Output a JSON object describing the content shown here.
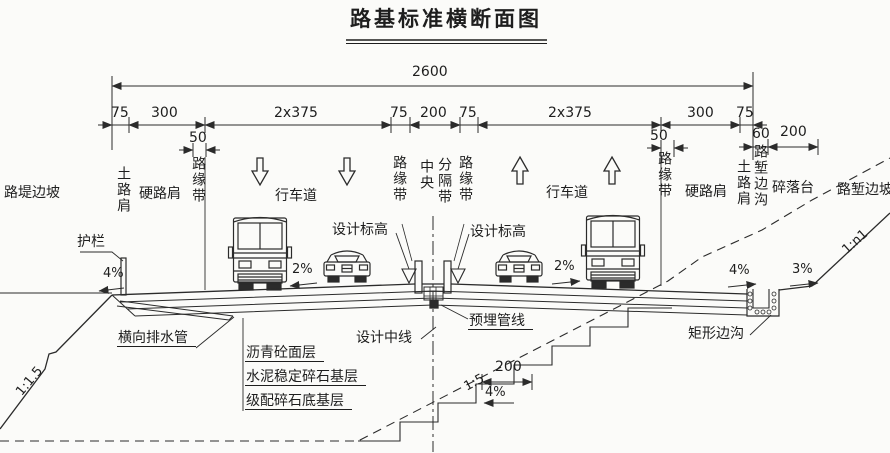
{
  "title": "路基标准横断面图",
  "colors": {
    "line": "#2b2b2b",
    "background": "#fbfbf9"
  },
  "dims": {
    "total": "2600",
    "row2": [
      "75",
      "300",
      "2x375",
      "75",
      "200",
      "75",
      "2x375",
      "300",
      "75"
    ],
    "curb_left": "50",
    "curb_right": "50",
    "ditch_width": "60",
    "platform_width": "200",
    "bench_width": "200"
  },
  "slopes": {
    "shoulder_left": "4%",
    "lane_left": "2%",
    "lane_right": "2%",
    "shoulder_right": "4%",
    "platform": "3%",
    "bench": "4%",
    "embankment_ratio": "1:1.5",
    "bench_ratio": "1:5",
    "cut_ratio": "1:n1"
  },
  "labels": {
    "embankment_slope": "路堤边坡",
    "guardrail": "护栏",
    "soil_shoulder_left": "土路肩",
    "hard_shoulder_left": "硬路肩",
    "curb_band_left": "路缘带",
    "lane_left": "行车道",
    "design_elevation_left": "设计标高",
    "curb_band_mid_left": "路缘带",
    "median_col1": "中央",
    "median_col2": "分隔带",
    "curb_band_mid_right": "路缘带",
    "design_elevation_right": "设计标高",
    "lane_right": "行车道",
    "curb_band_right": "路缘带",
    "hard_shoulder_right": "硬路肩",
    "soil_shoulder_right": "土路肩",
    "cut_ditch": "路堑边沟",
    "debris_platform": "碎落台",
    "cut_slope": "路堑边坡",
    "transverse_drain": "横向排水管",
    "asphalt_surface": "沥青砼面层",
    "cement_base": "水泥稳定碎石基层",
    "graded_subbase": "级配碎石底基层",
    "design_centerline": "设计中线",
    "buried_pipeline": "预埋管线",
    "rect_ditch": "矩形边沟"
  }
}
